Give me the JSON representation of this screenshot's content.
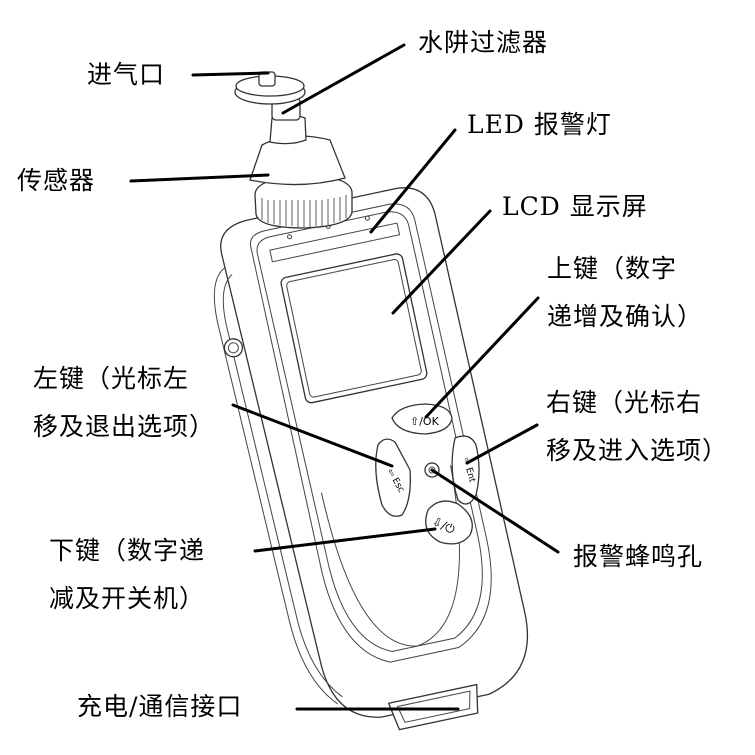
{
  "diagram": {
    "title": "Portable gas detector component diagram",
    "line_color": "#000000",
    "background": "#ffffff"
  },
  "labels": {
    "inlet": {
      "text": "进气口"
    },
    "filter": {
      "text": "水阱过滤器"
    },
    "led": {
      "text": "LED 报警灯"
    },
    "sensor": {
      "text": "传感器"
    },
    "lcd": {
      "text": "LCD 显示屏"
    },
    "up_key": {
      "line1": "上键（数字",
      "line2": "递增及确认）"
    },
    "left_key": {
      "line1": "左键（光标左",
      "line2": "移及退出选项）"
    },
    "right_key": {
      "line1": "右键（光标右",
      "line2": "移及进入选项）"
    },
    "down_key": {
      "line1": "下键（数字递",
      "line2": "减及开关机）"
    },
    "buzzer": {
      "text": "报警蜂鸣孔"
    },
    "port": {
      "text": "充电/通信接口"
    }
  },
  "buttons": {
    "up": {
      "glyph": "⇧/OK"
    },
    "left": {
      "glyph": "⇦ Esc"
    },
    "right": {
      "glyph": "⇨ Ent"
    },
    "down": {
      "glyph": "⇩/⏻"
    }
  }
}
